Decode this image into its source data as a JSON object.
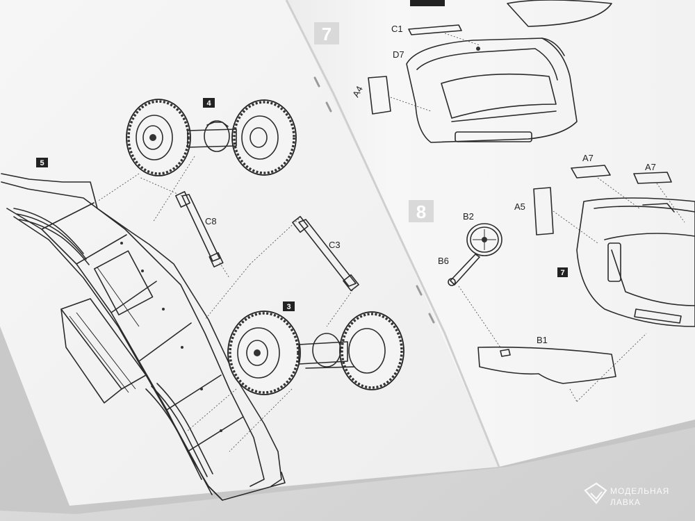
{
  "watermark": {
    "line1": "МОДЕЛЬНАЯ",
    "line2": "ЛАВКА"
  },
  "steps": {
    "step3": "3",
    "step4": "4",
    "step5": "5",
    "step7_big": "7",
    "step7_ref": "7",
    "step8_big": "8"
  },
  "parts": {
    "c1": "C1",
    "d7": "D7",
    "a4": "A4",
    "c8": "C8",
    "c3": "C3",
    "b2": "B2",
    "b6": "B6",
    "a5": "A5",
    "a7_left": "A7",
    "a7_right": "A7",
    "b1": "B1"
  }
}
